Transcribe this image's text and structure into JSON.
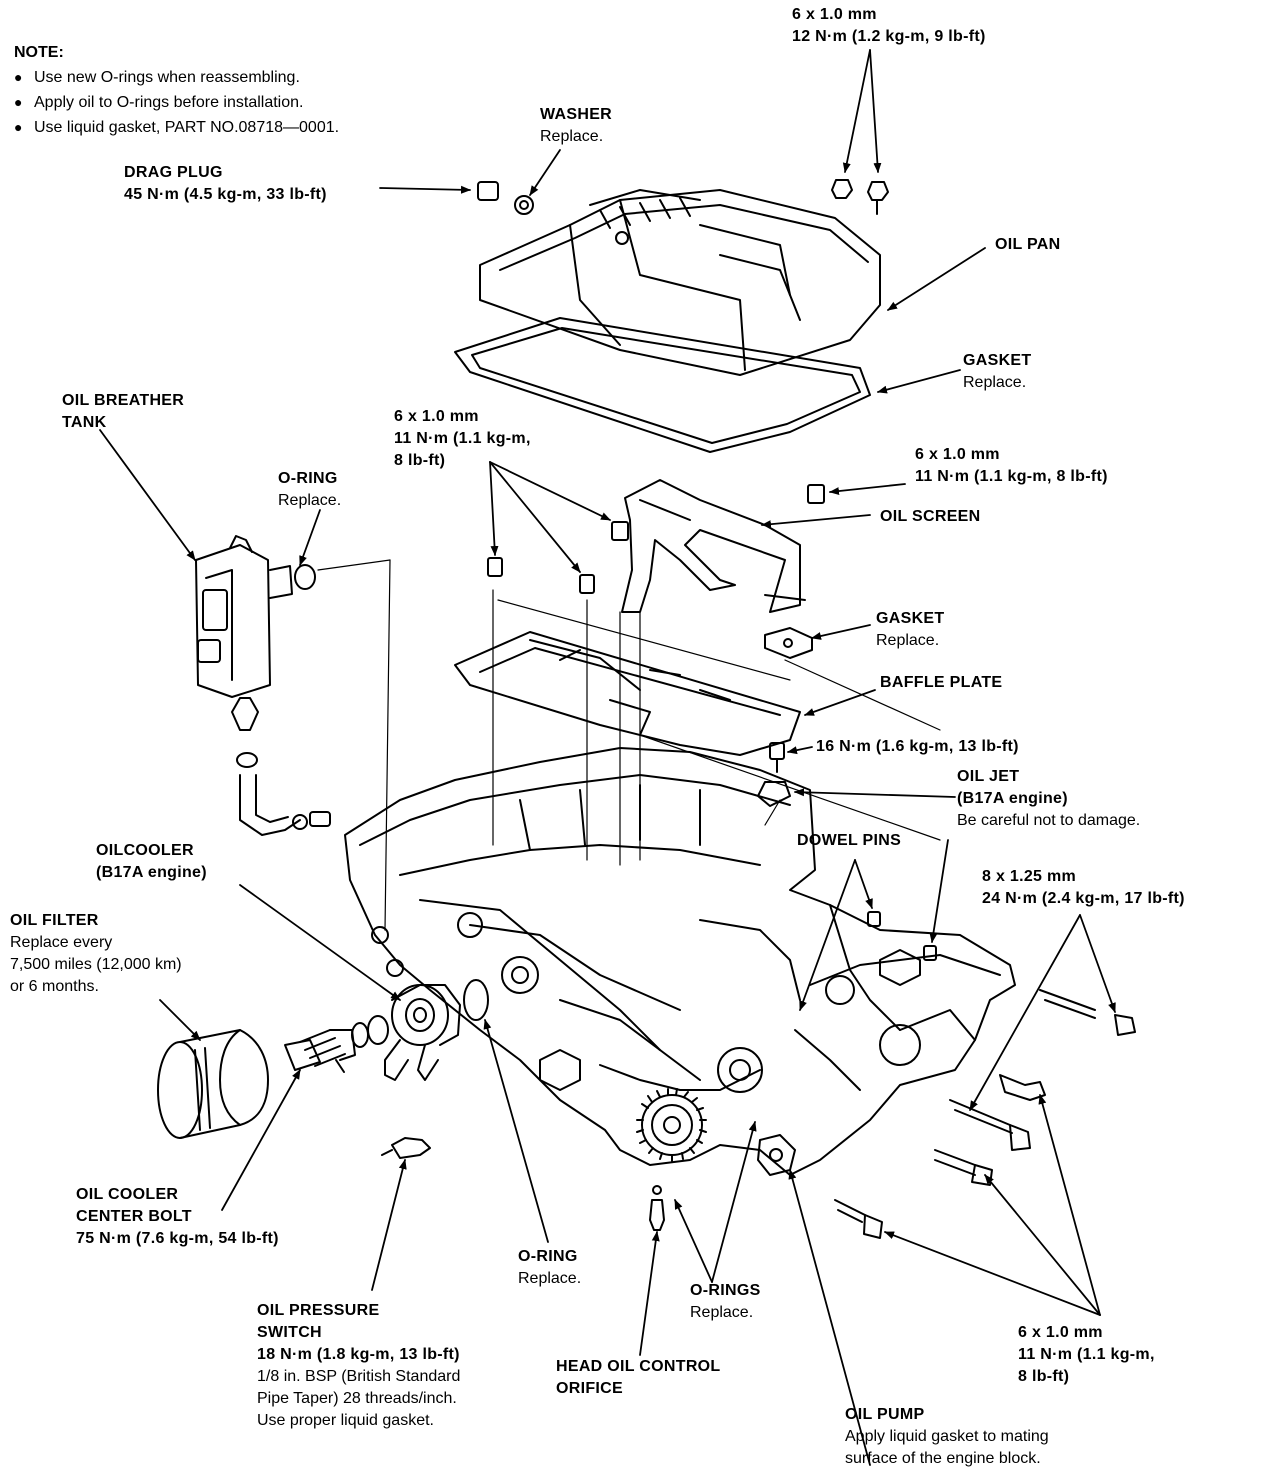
{
  "note": {
    "title": "NOTE:",
    "items": [
      "Use new O-rings when reassembling.",
      "Apply oil to O-rings before installation.",
      "Use liquid gasket, PART NO.08718—0001."
    ]
  },
  "labels": {
    "bolt_top": {
      "l1": "6 x 1.0 mm",
      "l2": "12 N·m (1.2 kg-m, 9 lb-ft)"
    },
    "washer": {
      "title": "WASHER",
      "sub": "Replace."
    },
    "drag_plug": {
      "title": "DRAG PLUG",
      "l2": "45 N·m (4.5 kg-m, 33 lb-ft)"
    },
    "oil_pan": {
      "title": "OIL PAN"
    },
    "gasket_pan": {
      "title": "GASKET",
      "sub": "Replace."
    },
    "oil_breather": {
      "l1": "OIL BREATHER",
      "l2": "TANK"
    },
    "bolt_screen_left": {
      "l1": "6 x 1.0 mm",
      "l2": "11 N·m (1.1 kg-m,",
      "l3": "8 lb-ft)"
    },
    "o_ring_breather": {
      "title": "O-RING",
      "sub": "Replace."
    },
    "bolt_screen_right": {
      "l1": "6 x 1.0 mm",
      "l2": "11 N·m (1.1 kg-m, 8 lb-ft)"
    },
    "oil_screen": {
      "title": "OIL SCREEN"
    },
    "gasket_screen": {
      "title": "GASKET",
      "sub": "Replace."
    },
    "baffle_plate": {
      "title": "BAFFLE PLATE"
    },
    "oil_jet_torque": {
      "text": "16 N·m (1.6 kg-m, 13 lb-ft)"
    },
    "oil_jet": {
      "title": "OIL JET",
      "l2": "(B17A engine)",
      "l3": "Be careful not to damage."
    },
    "oilcooler": {
      "title": "OILCOOLER",
      "sub": "(B17A engine)"
    },
    "dowel_pins": {
      "title": "DOWEL PINS"
    },
    "bolt_8x125": {
      "l1": "8 x 1.25 mm",
      "l2": "24 N·m (2.4 kg-m, 17 lb-ft)"
    },
    "oil_filter": {
      "title": "OIL FILTER",
      "l2": "Replace every",
      "l3": "7,500 miles (12,000 km)",
      "l4": "or 6 months."
    },
    "oil_cooler_bolt": {
      "l1": "OIL COOLER",
      "l2": "CENTER BOLT",
      "l3": "75 N·m (7.6 kg-m, 54 lb-ft)"
    },
    "o_ring_cooler": {
      "title": "O-RING",
      "sub": "Replace."
    },
    "o_rings": {
      "title": "O-RINGS",
      "sub": "Replace."
    },
    "oil_pressure_switch": {
      "l1": "OIL PRESSURE",
      "l2": "SWITCH",
      "l3": "18 N·m (1.8 kg-m, 13 lb-ft)",
      "l4": "1/8 in. BSP (British Standard",
      "l5": "Pipe Taper) 28 threads/inch.",
      "l6": "Use proper liquid gasket."
    },
    "head_oil_orifice": {
      "l1": "HEAD OIL CONTROL",
      "l2": "ORIFICE"
    },
    "bolt_pump": {
      "l1": "6 x 1.0 mm",
      "l2": "11 N·m (1.1 kg-m,",
      "l3": "8 lb-ft)"
    },
    "oil_pump": {
      "title": "OIL PUMP",
      "l2": "Apply liquid gasket to mating",
      "l3": "surface of the engine block."
    }
  }
}
